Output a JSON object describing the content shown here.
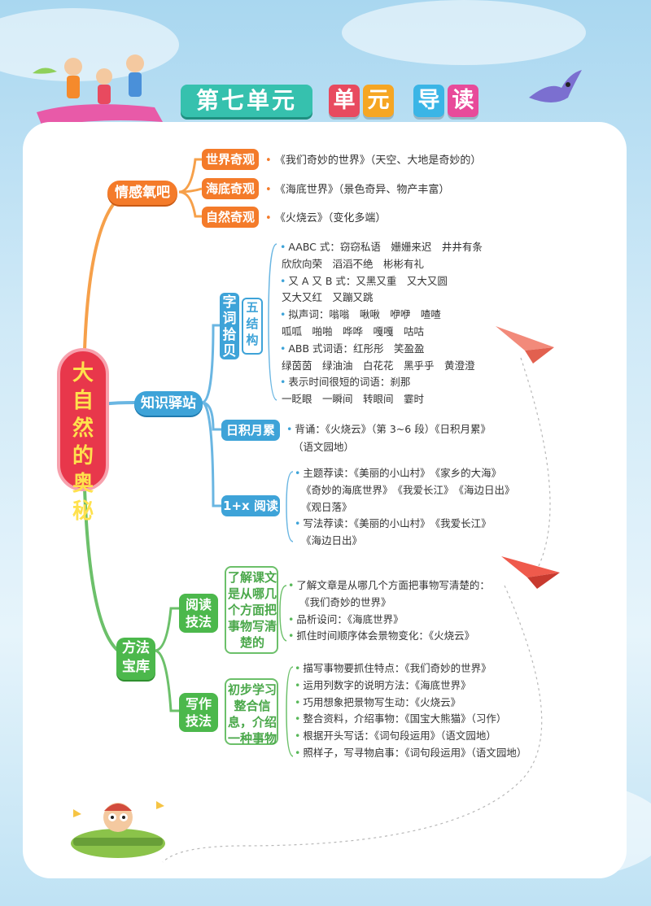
{
  "header": {
    "unit_title": "第七单元",
    "guide_chars": [
      "单",
      "元",
      "导",
      "读"
    ],
    "guide_colors": [
      "#e84a5f",
      "#f6a623",
      "#3ab5e6",
      "#e84a9a"
    ]
  },
  "center": {
    "label": "大自然的奥秘"
  },
  "branches": {
    "emotion": {
      "label": "情感氧吧",
      "items": [
        {
          "label": "世界奇观",
          "note": "《我们奇妙的世界》（天空、大地是奇妙的）"
        },
        {
          "label": "海底奇观",
          "note": "《海底世界》（景色奇异、物产丰富）"
        },
        {
          "label": "自然奇观",
          "note": "《火烧云》（变化多端）"
        }
      ]
    },
    "knowledge": {
      "label": "知识驿站",
      "words": {
        "label": "字词拾贝",
        "sub_label": "五结构",
        "lines": [
          "AABC 式：窃窃私语　姗姗来迟　井井有条",
          "欣欣向荣　滔滔不绝　彬彬有礼",
          "又 A 又 B 式：又黑又重　又大又圆",
          "又大又红　又蹦又跳",
          "拟声词：嗡嗡　啾啾　咿咿　喳喳",
          "呱呱　啪啪　哗哗　嘎嘎　咕咕",
          "ABB 式词语：红彤彤　笑盈盈",
          "绿茵茵　绿油油　白花花　黑乎乎　黄澄澄",
          "表示时间很短的词语：刹那",
          "一眨眼　一瞬间　转眼间　霎时"
        ]
      },
      "daily": {
        "label": "日积月累",
        "lines": [
          "背诵：《火烧云》（第 3~6 段）《日积月累》",
          "（语文园地）"
        ]
      },
      "reading": {
        "label": "1+x 阅读",
        "lines": [
          "主题荐读：《美丽的小山村》　《家乡的大海》",
          "《奇妙的海底世界》　《我爱长江》　《海边日出》",
          "《观日落》",
          "写法荐读：《美丽的小山村》　《我爱长江》",
          "《海边日出》"
        ]
      }
    },
    "method": {
      "label": "方法宝库",
      "reading_skill": {
        "label": "阅读技法",
        "box": "了解课文是从哪几个方面把事物写清楚的",
        "lines": [
          "了解文章是从哪几个方面把事物写清楚的：",
          "《我们奇妙的世界》",
          "品析设问：《海底世界》",
          "抓住时间顺序体会景物变化：《火烧云》"
        ]
      },
      "writing_skill": {
        "label": "写作技法",
        "box": "初步学习整合信息，介绍一种事物",
        "lines": [
          "描写事物要抓住特点：《我们奇妙的世界》",
          "运用列数字的说明方法：《海底世界》",
          "巧用想象把景物写生动：《火烧云》",
          "整合资料，介绍事物：《国宝大熊猫》（习作）",
          "根据开头写话：《词句段运用》（语文园地）",
          "照样子，写寻物启事：《词句段运用》（语文园地）"
        ]
      }
    }
  },
  "colors": {
    "emotion": "#f47b2a",
    "knowledge": "#3ea3d8",
    "method": "#4cb84c",
    "center": "#e8374b"
  }
}
